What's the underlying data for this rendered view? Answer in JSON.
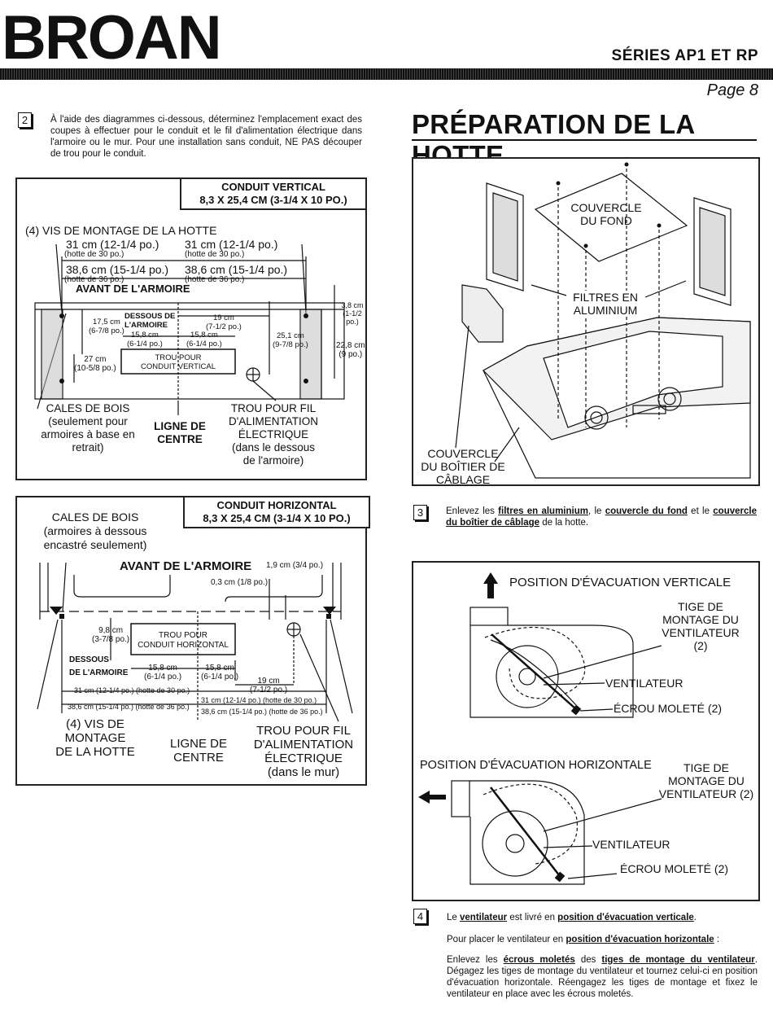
{
  "header": {
    "brand": "BROAN",
    "series": "SÉRIES AP1 ET RP",
    "page": "Page 8"
  },
  "section_title": "PRÉPARATION DE LA HOTTE",
  "step2": {
    "number": "2",
    "text": "À l'aide des diagrammes ci-dessous, déterminez l'emplacement exact des coupes à effectuer pour le conduit et le fil d'alimentation électrique dans l'armoire ou le mur. Pour une installation sans conduit, NE PAS découper de trou pour le conduit."
  },
  "diagram_vertical": {
    "caption_line1": "CONDUIT VERTICAL",
    "caption_line2": "8,3 X 25,4 CM (3-1/4 X 10 PO.)",
    "screws": "(4) VIS DE MONTAGE DE LA HOTTE",
    "d31_left": "31 cm (12-1/4 po.)",
    "d31_left_sub": "(hotte de 30 po.)",
    "d31_right": "31 cm (12-1/4 po.)",
    "d31_right_sub": "(hotte de 30 po.)",
    "d38_left": "38,6 cm (15-1/4 po.)",
    "d38_left_sub": "(hotte de 36 po.)",
    "d38_right": "38,6 cm (15-1/4 po.)",
    "d38_right_sub": "(hotte de 36 po.)",
    "front": "AVANT DE L'ARMOIRE",
    "d17": "17,5 cm",
    "d17_sub": "(6-7/8 po.)",
    "underside1": "DESSOUS DE",
    "underside2": "L'ARMOIRE",
    "d19": "19 cm",
    "d19_sub": "(7-1/2 po.)",
    "d158a": "15,8 cm",
    "d158a_sub": "(6-1/4 po.)",
    "d158b": "15,8 cm",
    "d158b_sub": "(6-1/4 po.)",
    "d251": "25,1 cm",
    "d251_sub": "(9-7/8 po.)",
    "d38": "3,8 cm",
    "d38_sub": "(1-1/2 po.)",
    "d228": "22,8 cm",
    "d228_sub": "(9 po.)",
    "d27": "27 cm",
    "d27_sub": "(10-5/8 po.)",
    "hole1": "TROU POUR",
    "hole2": "CONDUIT VERTICAL",
    "shims1": "CALES DE BOIS",
    "shims2": "(seulement pour",
    "shims3": "armoires à base en",
    "shims4": "retrait)",
    "center1": "LIGNE DE",
    "center2": "CENTRE",
    "wire1": "TROU POUR FIL",
    "wire2": "D'ALIMENTATION",
    "wire3": "ÉLECTRIQUE",
    "wire4": "(dans le dessous",
    "wire5": "de l'armoire)"
  },
  "diagram_horizontal": {
    "caption_line1": "CONDUIT HORIZONTAL",
    "caption_line2": "8,3 X 25,4 CM (3-1/4 X 10 PO.)",
    "shims1": "CALES DE BOIS",
    "shims2": "(armoires à dessous",
    "shims3": "encastré seulement)",
    "front": "AVANT DE L'ARMOIRE",
    "d19": "1,9 cm (3/4 po.)",
    "d03": "0,3 cm (1/8 po.)",
    "d98": "9,8 cm",
    "d98_sub": "(3-7/8 po.)",
    "hole1": "TROU POUR",
    "hole2": "CONDUIT HORIZONTAL",
    "underside1": "DESSOUS",
    "underside2": "DE L'ARMOIRE",
    "d158a": "15,8 cm",
    "d158a_sub": "(6-1/4 po.)",
    "d158b": "15,8 cm",
    "d158b_sub": "(6-1/4 po.)",
    "d19b": "19 cm",
    "d19b_sub": "(7-1/2 po.)",
    "d31l": "31 cm (12-1/4 po.) (hotte de 30 po.)",
    "d38l": "38,6 cm (15-1/4 po.) (hotte de 36 po.)",
    "d31r": "31 cm (12-1/4 po.) (hotte de 30 po.)",
    "d38r": "38,6 cm (15-1/4 po.) (hotte de 36 po.)",
    "screws1": "(4) VIS DE",
    "screws2": "MONTAGE",
    "screws3": "DE LA HOTTE",
    "center1": "LIGNE DE",
    "center2": "CENTRE",
    "wire1": "TROU POUR FIL",
    "wire2": "D'ALIMENTATION",
    "wire3": "ÉLECTRIQUE",
    "wire4": "(dans le mur)"
  },
  "diagram_hood": {
    "bottom_cover1": "COUVERCLE",
    "bottom_cover2": "DU FOND",
    "filters1": "FILTRES EN",
    "filters2": "ALUMINIUM",
    "wiring1": "COUVERCLE",
    "wiring2": "DU BOÎTIER DE",
    "wiring3": "CÂBLAGE"
  },
  "step3": {
    "number": "3",
    "t1": "Enlevez les ",
    "l1": "filtres en aluminium",
    "t2": ", le ",
    "l2": "couvercle du fond",
    "t3": " et le ",
    "l3": "couvercle du boîtier de câblage",
    "t4": " de la hotte."
  },
  "diagram_fan": {
    "vertical_pos": "POSITION D'ÉVACUATION VERTICALE",
    "rod1": "TIGE DE",
    "rod2": "MONTAGE DU",
    "rod3": "VENTILATEUR",
    "rod4": "(2)",
    "fan": "VENTILATEUR",
    "nut": "ÉCROU MOLETÉ (2)",
    "horizontal_pos": "POSITION D'ÉVACUATION HORIZONTALE",
    "rod_h1": "TIGE DE",
    "rod_h2": "MONTAGE DU",
    "rod_h3": "VENTILATEUR (2)",
    "fan_h": "VENTILATEUR",
    "nut_h": "ÉCROU MOLETÉ (2)"
  },
  "step4": {
    "number": "4",
    "p1_t1": "Le ",
    "p1_l1": "ventilateur",
    "p1_t2": " est livré en ",
    "p1_l2": "position d'évacuation verticale",
    "p1_t3": ".",
    "p2_t1": "Pour placer le ventilateur en ",
    "p2_l1": "position d'évacuation horizontale",
    "p2_t2": " :",
    "p3_t1": "Enlevez les ",
    "p3_l1": "écrous moletés",
    "p3_t2": " des ",
    "p3_l2": "tiges de montage du ventilateur",
    "p3_t3": ". Dégagez les tiges de montage du ventilateur et tournez celui-ci en position d'évacuation horizontale. Réengagez les tiges de montage et fixez le ventilateur en place avec les écrous moletés."
  }
}
